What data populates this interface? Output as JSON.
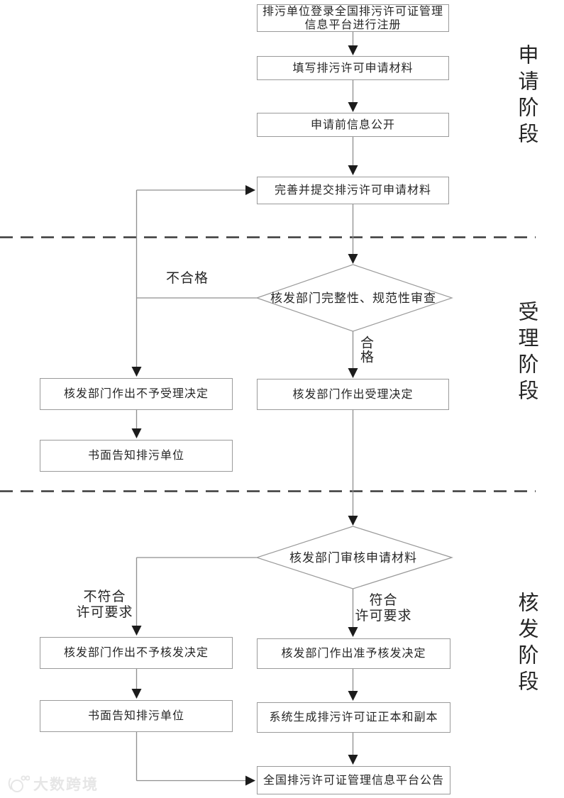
{
  "stages": {
    "apply": "申请阶段",
    "accept": "受理阶段",
    "issue": "核发阶段"
  },
  "nodes": {
    "register": "排污单位登录全国排污许可证管理信息平台进行注册",
    "fill_materials": "填写排污许可申请材料",
    "pre_disclosure": "申请前信息公开",
    "submit_materials": "完善并提交排污许可申请材料",
    "completeness_check": "核发部门完整性、规范性审查",
    "no_acceptance": "核发部门作出不予受理决定",
    "written_notice_1": "书面告知排污单位",
    "acceptance": "核发部门作出受理决定",
    "material_review": "核发部门审核申请材料",
    "no_issue": "核发部门作出不予核发决定",
    "written_notice_2": "书面告知排污单位",
    "grant_issue": "核发部门作出准予核发决定",
    "generate_cert": "系统生成排污许可证正本和副本",
    "platform_announce": "全国排污许可证管理信息平台公告"
  },
  "edge_labels": {
    "unqualified": "不合格",
    "qualified": "合格",
    "not_meet_requirements": "不符合\n许可要求",
    "meet_requirements": "符合\n许可要求"
  },
  "watermark": {
    "text": "大数跨境"
  },
  "colors": {
    "line": "#8f8f8f",
    "border": "#9a9a9a",
    "arrow": "#1c1c1c",
    "dash": "#3a3a3a",
    "text": "#262626",
    "watermark": "#e6e6e6",
    "background": "#ffffff"
  }
}
